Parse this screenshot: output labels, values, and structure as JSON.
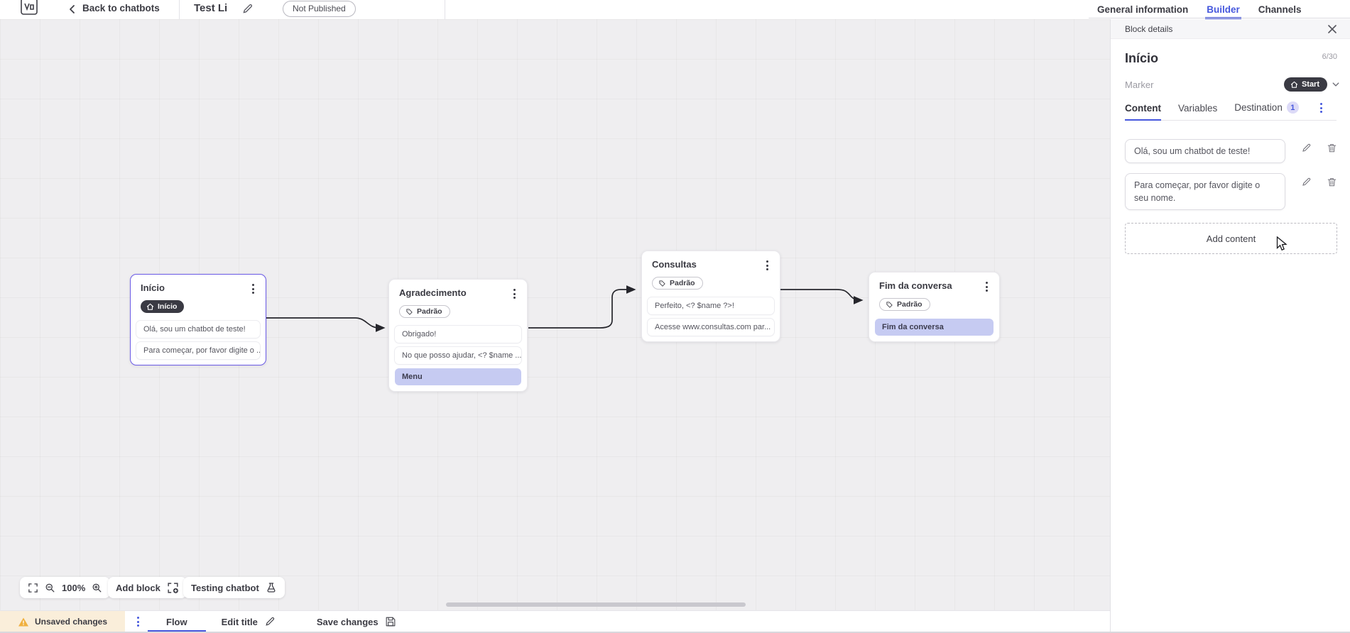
{
  "topbar": {
    "back_label": "Back to chatbots",
    "chatbot_title": "Test Li",
    "status_badge": "Not Published",
    "tabs": [
      {
        "label": "General information",
        "active": false
      },
      {
        "label": "Builder",
        "active": true
      },
      {
        "label": "Channels",
        "active": false
      }
    ]
  },
  "block_panel": {
    "header": "Block details",
    "block_name": "Início",
    "name_counter": "6/30",
    "marker_label": "Marker",
    "marker_value": "Start",
    "tabs": [
      {
        "label": "Content",
        "active": true
      },
      {
        "label": "Variables",
        "active": false
      },
      {
        "label": "Destination",
        "active": false,
        "badge": "1"
      }
    ],
    "content_items": [
      {
        "text": "Olá, sou um chatbot de teste!"
      },
      {
        "text": "Para começar, por favor digite o seu nome."
      }
    ],
    "add_content_label": "Add content"
  },
  "canvas": {
    "blocks": [
      {
        "title": "Início",
        "badge_label": "Início",
        "badge_type": "start",
        "selected": true,
        "items": [
          {
            "text": "Olá, sou um chatbot de teste!"
          },
          {
            "text": "Para começar, por favor digite o ..."
          }
        ]
      },
      {
        "title": "Agradecimento",
        "badge_label": "Padrão",
        "badge_type": "default",
        "selected": false,
        "items": [
          {
            "text": "Obrigado!"
          },
          {
            "text": "No que posso ajudar, <? $name ..."
          },
          {
            "text": "Menu",
            "highlight": true
          }
        ]
      },
      {
        "title": "Consultas",
        "badge_label": "Padrão",
        "badge_type": "default",
        "selected": false,
        "items": [
          {
            "text": "Perfeito, <? $name ?>!"
          },
          {
            "text": "Acesse www.consultas.com par..."
          }
        ]
      },
      {
        "title": "Fim da conversa",
        "badge_label": "Padrão",
        "badge_type": "default",
        "selected": false,
        "items": [
          {
            "text": "Fim da conversa",
            "highlight": true
          }
        ]
      }
    ],
    "controls": {
      "zoom_level": "100%",
      "add_block_label": "Add block",
      "testing_label": "Testing chatbot"
    }
  },
  "bottombar": {
    "unsaved_label": "Unsaved changes",
    "flow_tab": "Flow",
    "edit_title_label": "Edit title",
    "save_label": "Save changes"
  },
  "colors": {
    "accent_blue": "#4557dd",
    "selected_block_border": "#6b5be6",
    "dark_pill": "#3a3a43",
    "highlight_item": "#c6cbf2",
    "warning_bg": "#faeeda",
    "canvas_bg": "#efeef0",
    "tab_badge_bg": "#dcdaf7"
  }
}
